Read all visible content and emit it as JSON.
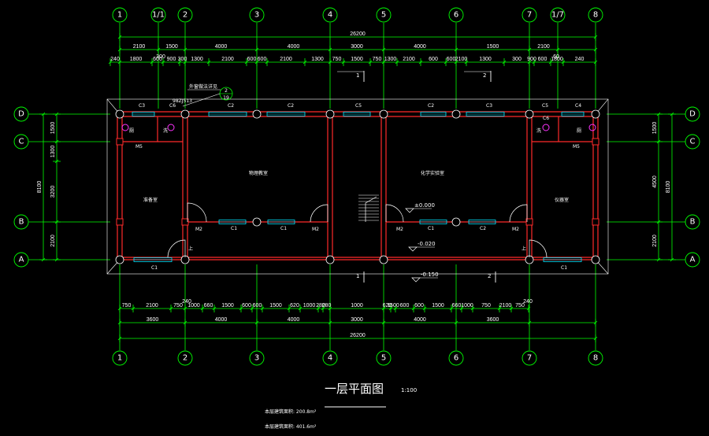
{
  "drawing": {
    "title": "一层平面图",
    "scale": "1:100",
    "notes": [
      "本层建筑面积: 200.8m²",
      "本层建筑面积: 401.6m²"
    ],
    "colors": {
      "background": "#000000",
      "dimension": "#00ff00",
      "wall": "#ff2a2a",
      "window": "#00e5ff",
      "text": "#ffffff",
      "fixture": "#ff33ff",
      "axis_bubble": "#00ff00"
    }
  },
  "axes": {
    "top": [
      "1",
      "1/1",
      "2",
      "3",
      "4",
      "5",
      "6",
      "7",
      "1/7",
      "8"
    ],
    "bottom": [
      "1",
      "2",
      "3",
      "4",
      "5",
      "6",
      "7",
      "8"
    ],
    "rows": [
      "D",
      "C",
      "B",
      "A"
    ]
  },
  "dimensions": {
    "top_overall": "26200",
    "top_row1": [
      "2100",
      "1500",
      "4000",
      "4000",
      "3000",
      "4000",
      "1500",
      "2100"
    ],
    "top_row2": [
      "240",
      "1800",
      "600",
      "900",
      "300",
      "1300",
      "2100",
      "600",
      "600",
      "2100",
      "1300",
      "750",
      "1500",
      "750",
      "1300",
      "2100",
      "600",
      "600",
      "2100",
      "1300",
      "300",
      "900",
      "600",
      "1800",
      "240"
    ],
    "top_extra": [
      "300",
      "60"
    ],
    "bottom_row1": [
      "750",
      "2100",
      "750",
      "1000",
      "660",
      "1500",
      "600",
      "600",
      "1500",
      "620",
      "1000",
      "280",
      "280",
      "1000",
      "620",
      "1500",
      "600",
      "600",
      "1500",
      "660",
      "1000",
      "750",
      "2100",
      "750"
    ],
    "bottom_row1_extra": [
      "240",
      "240"
    ],
    "bottom_row2": [
      "3600",
      "4000",
      "4000",
      "3000",
      "4000",
      "3600"
    ],
    "bottom_overall": "26200",
    "left_inner": [
      "1500",
      "1300",
      "3200",
      "2100"
    ],
    "left_overall": "8100",
    "right_inner": [
      "1500",
      "4500",
      "2100"
    ],
    "right_overall": "8100"
  },
  "section_marks": [
    "1",
    "2",
    "1",
    "2"
  ],
  "labels": {
    "detail_ref": "外窗做法详见",
    "detail_code": "98ZJ513",
    "detail_num_top": "2",
    "detail_num_bottom": "19",
    "windows": [
      "C1",
      "C1",
      "C1",
      "C1",
      "C1",
      "C2",
      "C2",
      "C2",
      "C2",
      "C3",
      "C3",
      "C4",
      "C5",
      "C5",
      "C6",
      "C6"
    ],
    "doors": [
      "M2",
      "M2",
      "M2",
      "M2",
      "M5",
      "M5"
    ],
    "room_center_left": "物理教室",
    "room_center_right": "化学实验室",
    "room_left": "准备室",
    "room_right": "仪器室",
    "stair_up": "上",
    "elev_1": "±0.000",
    "elev_2": "-0.020",
    "elev_3": "-0.150",
    "toilet": "厕",
    "wash": "洗"
  }
}
